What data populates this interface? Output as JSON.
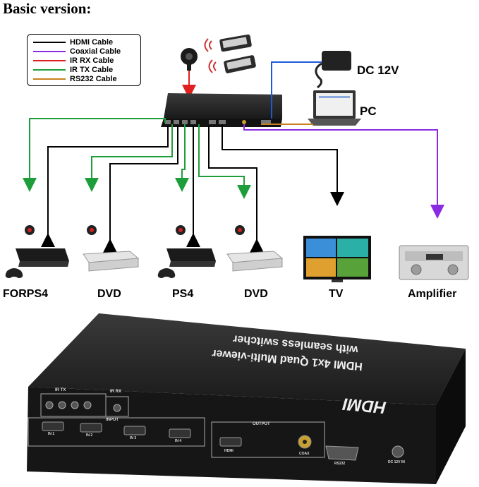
{
  "title": "Basic version:",
  "legend": [
    {
      "label": "HDMI Cable",
      "color": "#000000"
    },
    {
      "label": "Coaxial Cable",
      "color": "#8a2be2"
    },
    {
      "label": "IR RX Cable",
      "color": "#e02020"
    },
    {
      "label": "IR TX Cable",
      "color": "#1e9e3a"
    },
    {
      "label": "RS232 Cable",
      "color": "#c8801e"
    }
  ],
  "labels": {
    "dc": "DC 12V",
    "pc": "PC",
    "src1": "FORPS4",
    "src2": "DVD",
    "src3": "PS4",
    "src4": "DVD",
    "tv": "TV",
    "amp": "Amplifier"
  },
  "device": {
    "brand": "HDMI",
    "top_line1": "HDMI 4x1 Quad Multi-viewer",
    "top_line2": "with seamless switcher",
    "input_title": "INPUT",
    "output_title": "OUTPUT",
    "ir_tx": "IR TX",
    "ir_rx": "IR RX",
    "ports": [
      "IN 1",
      "IN 2",
      "IN 3",
      "IN 4"
    ],
    "out_hdmi": "HDMI",
    "coax": "COAX",
    "rs232": "RS232",
    "dc_in": "DC 12V IN"
  }
}
